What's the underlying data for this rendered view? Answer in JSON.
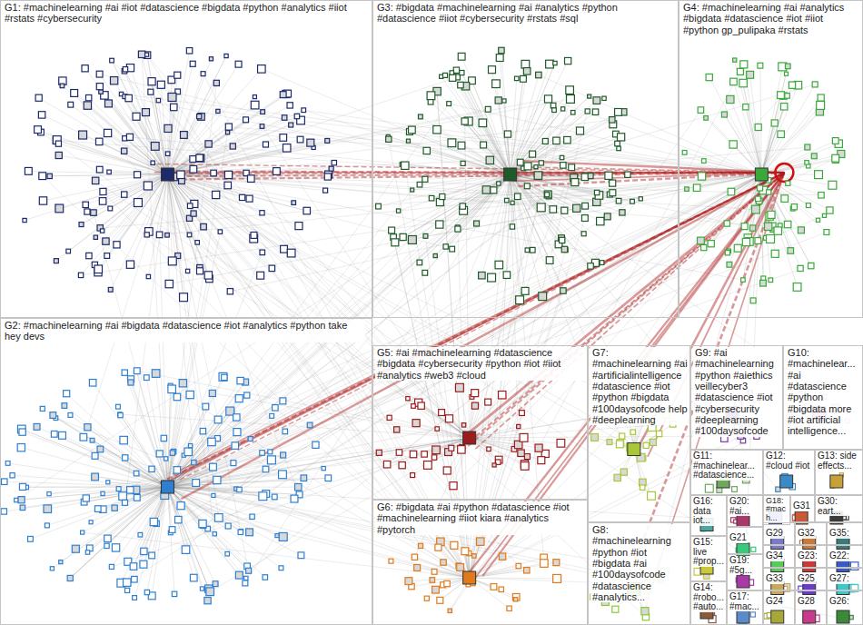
{
  "diagram": {
    "nodes": [
      {
        "text": [
          "G1: #machinelearning #ai #iot #datascience #bigdata #python #analytics #iiot #rstats #cybersecurity"
        ]
      },
      {
        "text": [
          "G3: #bigdata #machinelearning #ai #analytics #python #datascience #iiot #cybersecurity #rstats #sql"
        ]
      },
      {
        "text": [
          "G4: #machinelearning #ai #analytics #bigdata #datascience #iot #iiot #python gp_pulipaka #rstats"
        ]
      },
      {
        "text": [
          "G2: #machinelearning #ai #bigdata #datascience #iot #analytics #python take hey devs"
        ]
      },
      {
        "text": [
          "G5: #ai #machinelearning #datascience #bigdata #cybersecurity #python #iot #iiot #analytics #web3 #cloud"
        ]
      },
      {
        "text": [
          "G7: #machinelearning #ai #artificialintelligence #datascience #iot #python #bigdata #100daysofcode help #deeplearning"
        ]
      },
      {
        "text": [
          "G9: #ai #machinelearning #python #aiethics veillecyber3 #datascience #iot #cybersecurity #deeplearning #100daysofcode"
        ]
      },
      {
        "text": [
          "G10: #machinelear... #ai #datascience #python #bigdata more #iot artificial intelligence..."
        ]
      },
      {
        "text": [
          "G11: #machinelear... #datascience..."
        ]
      },
      {
        "text": [
          "G12: #cloud #iot"
        ]
      },
      {
        "text": [
          "G13: side effects..."
        ]
      },
      {
        "text": [
          "G6: #bigdata #ai #python #datascience #iot #machinelearning #iiot kiara #analytics #pytorch"
        ]
      },
      {
        "text": [
          "G8: #machinelearning #python #iot #bigdata #ai #100daysofcode #datascience #analytics..."
        ]
      },
      {
        "text": [
          "G16: data iot..."
        ]
      },
      {
        "text": [
          "G20: #ai..."
        ]
      },
      {
        "text": [
          "G18: #mach..."
        ]
      },
      {
        "text": [
          "G31"
        ]
      },
      {
        "text": [
          "G30: eart..."
        ]
      },
      {
        "text": [
          "G15: live #prop..."
        ]
      },
      {
        "text": [
          "G21"
        ]
      },
      {
        "text": [
          "G29"
        ]
      },
      {
        "text": [
          "G32"
        ]
      },
      {
        "text": [
          "G35:"
        ]
      },
      {
        "text": [
          "G19: #5g..."
        ]
      },
      {
        "text": [
          "G34"
        ]
      },
      {
        "text": [
          "G23:"
        ]
      },
      {
        "text": [
          "G22:"
        ]
      },
      {
        "text": [
          "G14: #robo... #auto..."
        ]
      },
      {
        "text": [
          "G17: #mac..."
        ]
      },
      {
        "text": [
          "G33"
        ]
      },
      {
        "text": [
          "G25"
        ]
      },
      {
        "text": [
          "G27:"
        ]
      },
      {
        "text": [
          "G24"
        ]
      },
      {
        "text": [
          "G28"
        ]
      },
      {
        "text": [
          "G26:"
        ]
      }
    ]
  }
}
